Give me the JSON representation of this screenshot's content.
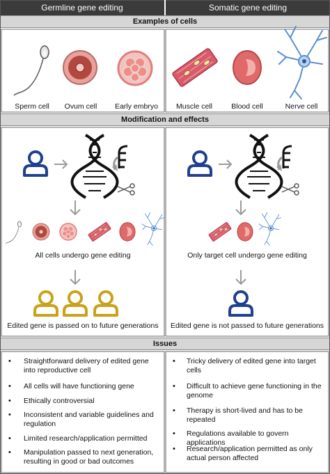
{
  "headers": {
    "germline": "Germline gene editing",
    "somatic": "Somatic gene editing"
  },
  "sections": {
    "examples": "Examples of cells",
    "modification": "Modification and effects",
    "issues": "Issues"
  },
  "cells": {
    "sperm": "Sperm cell",
    "ovum": "Ovum cell",
    "embryo": "Early embryo",
    "muscle": "Muscle cell",
    "blood": "Blood cell",
    "nerve": "Nerve cell"
  },
  "effects": {
    "germline_editing": "All cells undergo gene editing",
    "germline_result": "Edited gene is passed on to future generations",
    "somatic_editing": "Only target cell undergo gene editing",
    "somatic_result": "Edited gene is not passed to future generations"
  },
  "issues": {
    "germline": [
      "Straightforward delivery of edited gene into reproductive cell",
      "All cells will have functioning gene",
      "Ethically controversial",
      "Inconsistent and variable guidelines and regulation",
      "Limited research/application permitted",
      "Manipulation passed to next generation, resulting in good or bad outcomes"
    ],
    "somatic": [
      "Tricky delivery of edited gene into target cells",
      "Difficult to achieve gene functioning in the genome",
      "Therapy is short-lived and has to be repeated",
      "Regulations available to govern applications",
      "Research/application permitted as only actual person affected"
    ]
  },
  "colors": {
    "person_blue": "#1f3f8f",
    "person_gold": "#c9a21a",
    "header_bg": "#3b3b3b",
    "section_bg": "#d6d6d6",
    "arrow": "#9a9a9a",
    "muscle": "#d95b6a",
    "blood": "#e06a6a",
    "nerve": "#5b8fd0"
  }
}
